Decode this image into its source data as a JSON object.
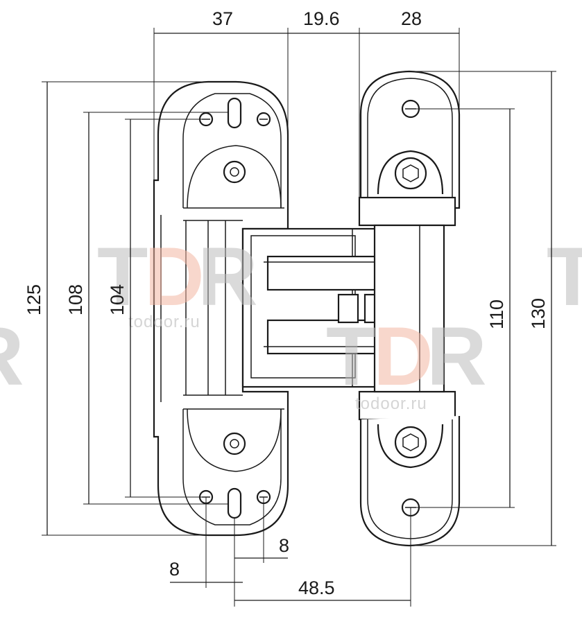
{
  "dimensions": {
    "top_left": "37",
    "top_middle": "19.6",
    "top_right": "28",
    "left_outer": "125",
    "left_middle": "108",
    "left_inner": "104",
    "right_inner": "110",
    "right_outer": "130",
    "bottom_left": "8",
    "bottom_mid": "8",
    "bottom_span": "48.5"
  },
  "watermark": {
    "brand_t": "T",
    "brand_d": "D",
    "brand_r": "R",
    "site": "todoor.ru"
  },
  "colors": {
    "line": "#1a1a1a",
    "watermark_gray": "#bdbdbd",
    "watermark_accent": "#f4b8a4"
  }
}
